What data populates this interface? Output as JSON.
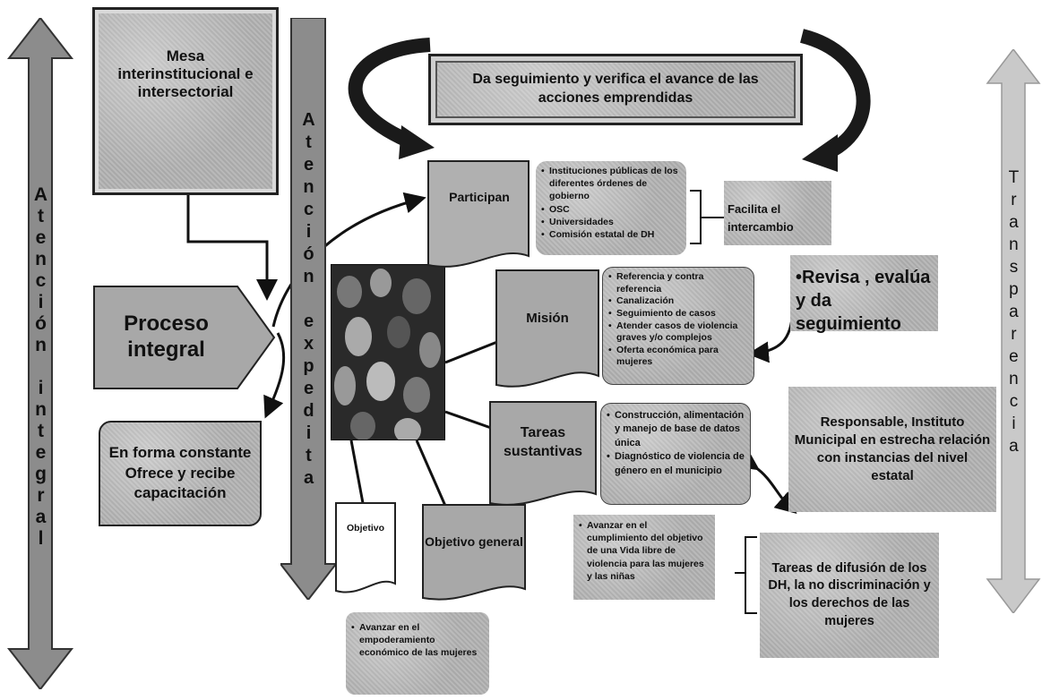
{
  "left_arrow_label": "Atención integral",
  "mid_arrow_label": "Atención expedita",
  "right_arrow_label": "Transparencia",
  "mesa_label": "Mesa interinstitucional e intersectorial",
  "proceso_label": "Proceso integral",
  "capacitacion_label": "En forma constante Ofrece y recibe capacitación",
  "seguimiento_label": "Da seguimiento y verifica el avance de las acciones emprendidas",
  "participan": {
    "label": "Participan",
    "items": [
      "Instituciones públicas de los diferentes órdenes de gobierno",
      "OSC",
      "Universidades",
      "Comisión estatal de DH"
    ],
    "facilita_label": "Facilita el intercambio"
  },
  "mision": {
    "label": "Misión",
    "items": [
      "Referencia y contra referencia",
      "Canalización",
      "Seguimiento de casos",
      "Atender casos de violencia graves y/o complejos",
      "Oferta económica para mujeres"
    ],
    "revisa_label": "•Revisa , evalúa y da seguimiento"
  },
  "tareas": {
    "label": "Tareas sustantivas",
    "items": [
      "Construcción, alimentación y manejo de base de datos única",
      "Diagnóstico de violencia de género en el municipio"
    ],
    "responsable_label": "Responsable, Instituto Municipal en estrecha relación con instancias del nivel estatal"
  },
  "objetivo": {
    "label": "Objetivo",
    "text": "Avanzar en el empoderamiento económico de las mujeres"
  },
  "objetivo_general": {
    "label": "Objetivo general",
    "text": "Avanzar en el cumplimiento del objetivo de una Vida libre de violencia para las mujeres y las niñas"
  },
  "difusion_label": "Tareas de difusión de los DH, la no discriminación y los derechos de las mujeres",
  "photo_label": "crowd-photo"
}
